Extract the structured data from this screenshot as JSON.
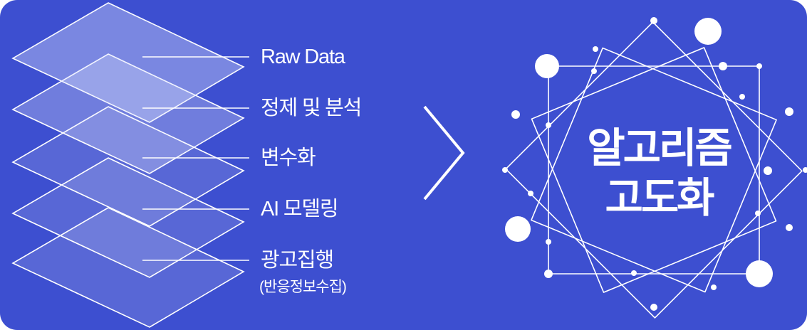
{
  "layers": [
    {
      "label": "Raw Data"
    },
    {
      "label": "정제 및 분석"
    },
    {
      "label": "변수화"
    },
    {
      "label": "AI 모델링"
    },
    {
      "label": "광고집행",
      "sublabel": "(반응정보수집)"
    }
  ],
  "result": {
    "line1": "알고리즘",
    "line2": "고도화"
  },
  "colors": {
    "background": "#3d4fd0",
    "foreground": "#ffffff"
  }
}
